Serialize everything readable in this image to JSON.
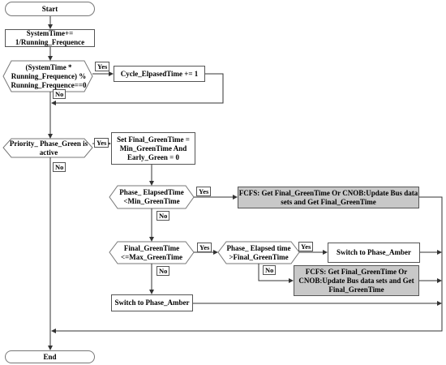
{
  "flow": {
    "start": "Start",
    "systemtime_update": "SystemTime+= 1/Running_Frequence",
    "decision_cycle": "(SystemTime * Running_Frequence) % Running_Frequence==0",
    "cycle_increment": "Cycle_ElpasedTime += 1",
    "decision_priority": "Priority_ Phase_Green is active",
    "set_green": "Set Final_GreenTime = Min_GreenTime And Early_Green = 0",
    "decision_min_green": "Phase_ ElapsedTime <Min_GreenTime",
    "fcfs_top": "FCFS: Get Final_GreenTime Or CNOB:Update Bus data sets and Get Final_GreenTime",
    "decision_max_green": "Final_GreenTime <=Max_GreenTime",
    "decision_elapsed_final": "Phase_ Elapsed time >Final_GreenTime",
    "switch_amber_right": "Switch to Phase_Amber",
    "fcfs_bottom": "FCFS: Get Final_GreenTime Or CNOB:Update Bus data sets and Get Final_GreenTime",
    "switch_amber_left": "Switch to Phase_Amber",
    "end": "End"
  },
  "labels": {
    "yes": "Yes",
    "no": "No"
  },
  "colors": {
    "line": "#333333",
    "gray_fill": "#c8c8c8",
    "border": "#555555"
  }
}
